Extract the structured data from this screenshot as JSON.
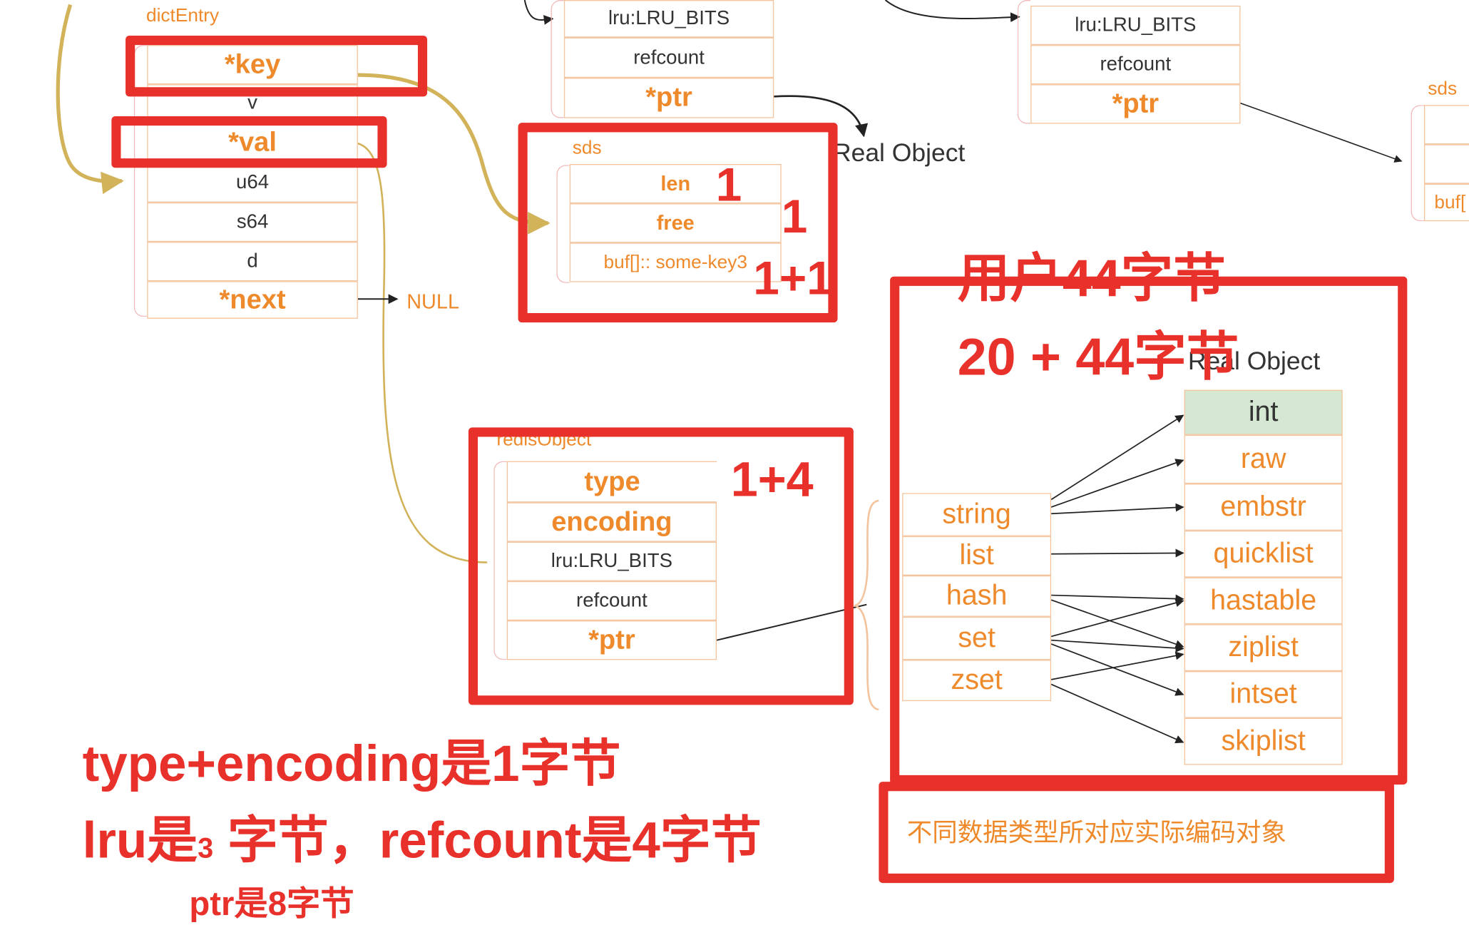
{
  "dict_entry": {
    "label": "dictEntry",
    "fields": [
      "*key",
      "v",
      "*val",
      "u64",
      "s64",
      "d",
      "*next"
    ],
    "next_target": "NULL"
  },
  "sds": {
    "label": "sds",
    "fields": [
      "len",
      "free",
      "buf[]:: some-key3"
    ]
  },
  "top_object_1": {
    "fields": [
      "lru:LRU_BITS",
      "refcount",
      "*ptr"
    ]
  },
  "top_object_2": {
    "fields": [
      "lru:LRU_BITS",
      "refcount",
      "*ptr"
    ]
  },
  "sds_right": {
    "label": "sds",
    "fields": [
      "buf["
    ]
  },
  "real_object_label_top": "Real Object",
  "redis_object": {
    "label": "redisObject",
    "fields": [
      "type",
      "encoding",
      "lru:LRU_BITS",
      "refcount",
      "*ptr"
    ]
  },
  "real_object": {
    "label": "Real Object",
    "types": [
      "string",
      "list",
      "hash",
      "set",
      "zset"
    ],
    "encodings": [
      "int",
      "raw",
      "embstr",
      "quicklist",
      "hastable",
      "ziplist",
      "intset",
      "skiplist"
    ],
    "caption": "不同数据类型所对应实际编码对象"
  },
  "annotations": {
    "len_size": "1",
    "free_size": "1",
    "buf_size": "1+1",
    "type_encoding_size": "1+4",
    "user_bytes": "用户44字节",
    "total_bytes": "20 + 44字节",
    "note_line1": "type+encoding是1字节",
    "note_line2_a": "lru是",
    "note_line2_b": "3",
    "note_line2_c": " 字节，refcount是4字节",
    "note_line3": "ptr是8字节"
  },
  "colors": {
    "cell_border": "#f3c49e",
    "orange_text": "#ee8a2b",
    "red_annotation": "#e8312a",
    "int_fill": "#d5e9d2",
    "gold_arrow": "#d2b35a"
  }
}
